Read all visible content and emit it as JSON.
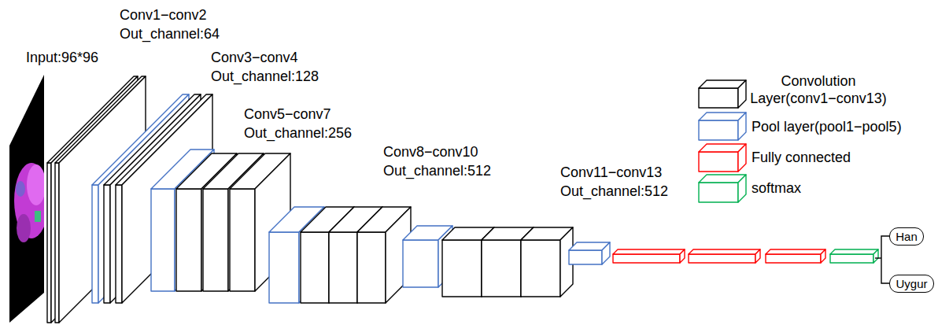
{
  "diagram": {
    "nodes": [
      {
        "text": [
          "Han"
        ]
      },
      {
        "text": [
          "Uygur"
        ]
      }
    ],
    "labels": [
      "Input:96*96",
      "Conv1−conv2",
      "Out_channel:64",
      "Conv3−conv4",
      "Out_channel:128",
      "Conv5−conv7",
      "Out_channel:256",
      "Conv8−conv10",
      "Out_channel:512",
      "Conv11−conv13",
      "Out_channel:512"
    ],
    "legend": [
      {
        "text": "Convolution Layer(conv1−conv13)",
        "color": "#000000"
      },
      {
        "text": "Pool layer(pool1−pool5)",
        "color": "#4472c4"
      },
      {
        "text": "Fully connected",
        "color": "#ff0000"
      },
      {
        "text": "softmax",
        "color": "#00b050"
      }
    ]
  }
}
